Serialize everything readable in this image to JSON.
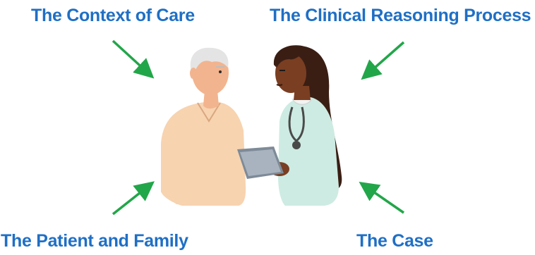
{
  "labels": {
    "context_of_care": "The Context of Care",
    "clinical_reasoning_process": "The Clinical Reasoning Process",
    "patient_and_family": "The Patient and Family",
    "the_case": "The Case"
  },
  "colors": {
    "label_blue": "#1F6FC5",
    "arrow_green": "#22A64A",
    "patient_skin": "#F2B48E",
    "patient_shirt": "#F7D3B0",
    "patient_hair": "#E4E4E4",
    "clinician_skin": "#7A3E22",
    "clinician_hair": "#3A1E14",
    "clinician_coat": "#CDEBE2",
    "tablet": "#7E8A97",
    "stethoscope": "#4A4A4A"
  },
  "illustration": {
    "left_figure": "elderly-patient-figure",
    "right_figure": "clinician-with-stethoscope-figure",
    "held_item": "tablet-icon"
  }
}
